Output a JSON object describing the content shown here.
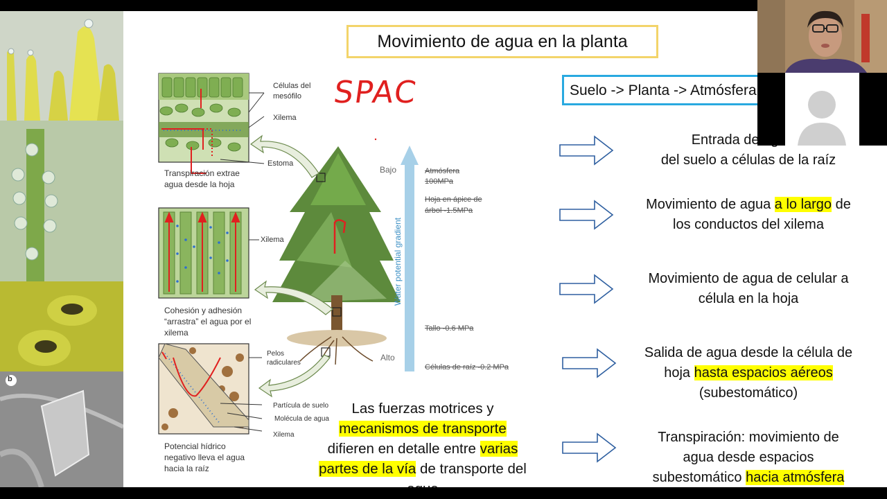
{
  "slide": {
    "title": "Movimiento de agua en la planta",
    "pathway": "Suelo -> Planta -> Atmósfera",
    "handwritten": "SPAC",
    "diagram": {
      "leaf_labels": [
        "Células del",
        "mesófilo",
        "Xilema",
        "Estoma"
      ],
      "leaf_caption": [
        "Transpiración extrae",
        "agua desde la hoja"
      ],
      "stem_label": "Xilema",
      "stem_caption": [
        "Cohesión y adhesión",
        "“arrastra” el agua por el",
        "xilema"
      ],
      "root_labels": [
        "Pelos",
        "radiculares",
        "Partícula de suelo",
        "Molécula de agua",
        "Xilema"
      ],
      "root_caption": [
        "Potencial hídrico",
        "negativo lleva el agua",
        "hacia la raíz"
      ],
      "gradient_label": "Water potential gradient",
      "gradient_low": "Bajo",
      "gradient_high": "Alto",
      "values": [
        [
          "Atmósfera",
          "100MPa"
        ],
        [
          "Hoja en ápice de",
          "árbol -1.5MPa"
        ],
        [
          "Tallo -0.6 MPa"
        ],
        [
          "Células de raíz -0.2 MPa"
        ]
      ]
    },
    "steps": [
      {
        "lines": [
          [
            {
              "t": "Entrada de agua d"
            }
          ],
          [
            {
              "t": "del suelo a células de la raíz"
            }
          ]
        ]
      },
      {
        "lines": [
          [
            {
              "t": "Movimiento de agua "
            },
            {
              "t": "a lo largo",
              "hl": true
            },
            {
              "t": " de"
            }
          ],
          [
            {
              "t": "los conductos del xilema"
            }
          ]
        ]
      },
      {
        "lines": [
          [
            {
              "t": "Movimiento de agua de celular a"
            }
          ],
          [
            {
              "t": "célula en la hoja"
            }
          ]
        ]
      },
      {
        "lines": [
          [
            {
              "t": "Salida de agua desde la célula de"
            }
          ],
          [
            {
              "t": "hoja "
            },
            {
              "t": "hasta espacios aéreos",
              "hl": true
            }
          ],
          [
            {
              "t": "(subestomático)"
            }
          ]
        ]
      },
      {
        "lines": [
          [
            {
              "t": "Transpiración: movimiento de"
            }
          ],
          [
            {
              "t": "agua desde espacios"
            }
          ],
          [
            {
              "t": "subestomático "
            },
            {
              "t": "hacia atmósfera",
              "hl": true
            }
          ]
        ]
      }
    ],
    "bottom_text": [
      [
        {
          "t": "Las fuerzas motrices y"
        }
      ],
      [
        {
          "t": "mecanismos de transporte",
          "hl": true
        }
      ],
      [
        {
          "t": "difieren en detalle entre "
        },
        {
          "t": "varias",
          "hl": true
        }
      ],
      [
        {
          "t": "partes de la vía",
          "hl": true
        },
        {
          "t": " de transporte del"
        }
      ],
      [
        {
          "t": "agua"
        }
      ]
    ],
    "strip_letter": "b"
  },
  "colors": {
    "title_border": "#f3d46a",
    "pathway_border": "#29a9e0",
    "highlight": "#ffff00",
    "arrow": "#2e5fa0",
    "ink": "#e0201f"
  }
}
